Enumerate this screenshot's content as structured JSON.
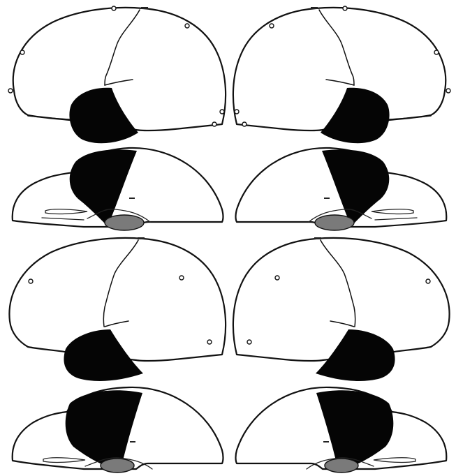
{
  "figure": {
    "panels": [
      {
        "id": "top-left",
        "views": [
          "lateral",
          "medial"
        ],
        "lateral_shaded_region": "temporal",
        "medial_shaded_region": "medial-temporal-occipital"
      },
      {
        "id": "top-right",
        "views": [
          "lateral",
          "medial"
        ],
        "lateral_shaded_region": "temporal",
        "medial_shaded_region": "medial-temporal-occipital"
      },
      {
        "id": "bottom-left",
        "views": [
          "lateral",
          "medial"
        ],
        "lateral_shaded_region": "temporal",
        "medial_shaded_region": "medial-temporal-occipital"
      },
      {
        "id": "bottom-right",
        "views": [
          "lateral",
          "medial"
        ],
        "lateral_shaded_region": "temporal",
        "medial_shaded_region": "medial-temporal-occipital"
      }
    ],
    "colors": {
      "outline": "#111111",
      "lesion_fill": "#050505",
      "background": "#ffffff",
      "brainstem": "#7a7a7a"
    }
  }
}
